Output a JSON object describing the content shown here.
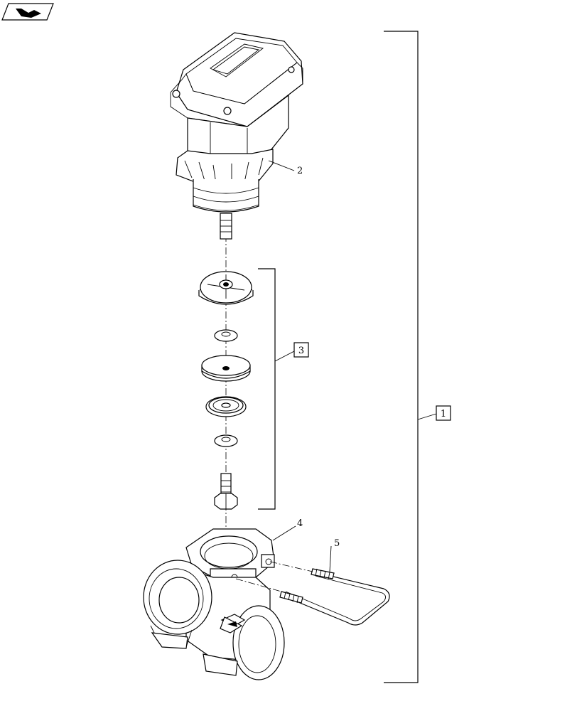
{
  "nav_icon": "arrow-forward-icon",
  "callouts": {
    "item_1": "1",
    "item_2": "2",
    "item_3": "3",
    "item_4": "4",
    "item_5": "5"
  }
}
